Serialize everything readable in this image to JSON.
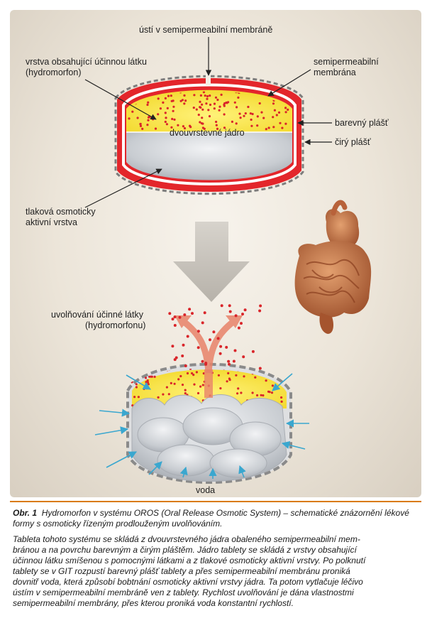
{
  "labels": {
    "orifice": "ústí v semipermeabilní membráně",
    "drug_layer_line1": "vrstva obsahující účinnou látku",
    "drug_layer_line2": "(hydromorfon)",
    "membrane_line1": "semipermeabilní",
    "membrane_line2": "membrána",
    "colored_coat": "barevný plášť",
    "core": "dvouvrstevné jádro",
    "clear_coat": "čirý plášť",
    "push_layer_line1": "tlaková osmoticky",
    "push_layer_line2": "aktivní vrstva",
    "release_line1": "uvolňování účinné látky",
    "release_line2": "(hydromorfonu)",
    "water": "voda"
  },
  "caption": {
    "figure_number": "Obr. 1",
    "figure_title": "Hydromorfon v systému OROS (Oral Release Osmotic System) – schematické znázornění lékové formy s osmoticky řízeným prodlouženým uvolňováním.",
    "lines": [
      "Tableta tohoto systému se skládá z dvouvrstevného jádra obaleného semipermeabilní mem-",
      "bránou a na povrchu barevným a čirým pláštěm. Jádro tablety se skládá z vrstvy obsahující",
      "účinnou látku smíšenou s pomocnými látkami a z tlakové osmoticky aktivní vrstvy. Po polknutí",
      "tablety se v GIT rozpustí barevný plášť tablety a přes semipermeabilní membránu proniká",
      "dovnitř voda, která způsobí bobtnání osmoticky aktivní vrstvy jádra. Ta potom vytlačuje léčivo",
      "ústím v semipermeabilní membráně ven z tablety. Rychlost uvolňování je dána vlastnostmi",
      "semipermeabilní membrány, přes kterou proniká voda konstantní rychlostí."
    ]
  },
  "colors": {
    "coat_red": "#e3262b",
    "drug_yellow": "#f4e33a",
    "push_gray": "#c9ccd0",
    "dots": "#d9252a",
    "water_arrow": "#3aa7cf",
    "release_arrow": "#e8836a",
    "accent_rule": "#d97a00"
  }
}
